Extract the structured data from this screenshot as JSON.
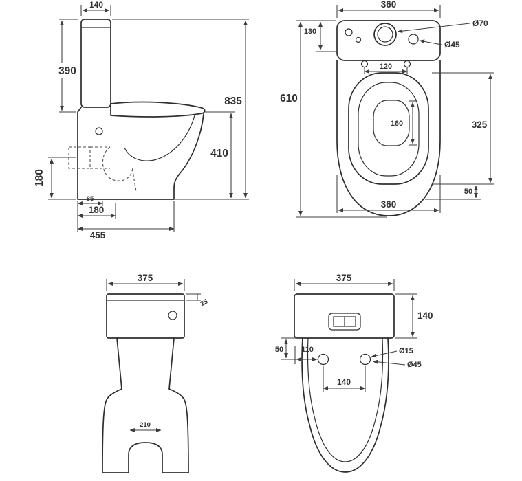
{
  "colors": {
    "background": "#ffffff",
    "line": "#2e2e2e",
    "dimension": "#3d3d3d",
    "text": "#333333"
  },
  "views": {
    "side": {
      "dims": {
        "tank_width": "140",
        "tank_height": "390",
        "overall_height": "835",
        "rim_height": "410",
        "outlet_height": "180",
        "outlet_offset": "85",
        "setout": "180",
        "overall_depth": "455"
      }
    },
    "top": {
      "dims": {
        "overall_width": "360",
        "lid_depth": "130",
        "button_dia": "Ø70",
        "hole_dia": "Ø45",
        "bolt_spacing": "120",
        "overall_length": "610",
        "bowl_inner_length": "160",
        "seat_length": "325",
        "rear_offset": "50",
        "base_width": "360"
      }
    },
    "front": {
      "dims": {
        "overall_width": "375",
        "lid_height": "25",
        "foot_width": "210"
      }
    },
    "back": {
      "dims": {
        "overall_width": "375",
        "tank_height": "140",
        "hole_drop": "50",
        "hole_offset": "110",
        "fixing_hole_dia": "Ø15",
        "hole_dia": "Ø45",
        "hole_spacing": "140"
      }
    }
  }
}
